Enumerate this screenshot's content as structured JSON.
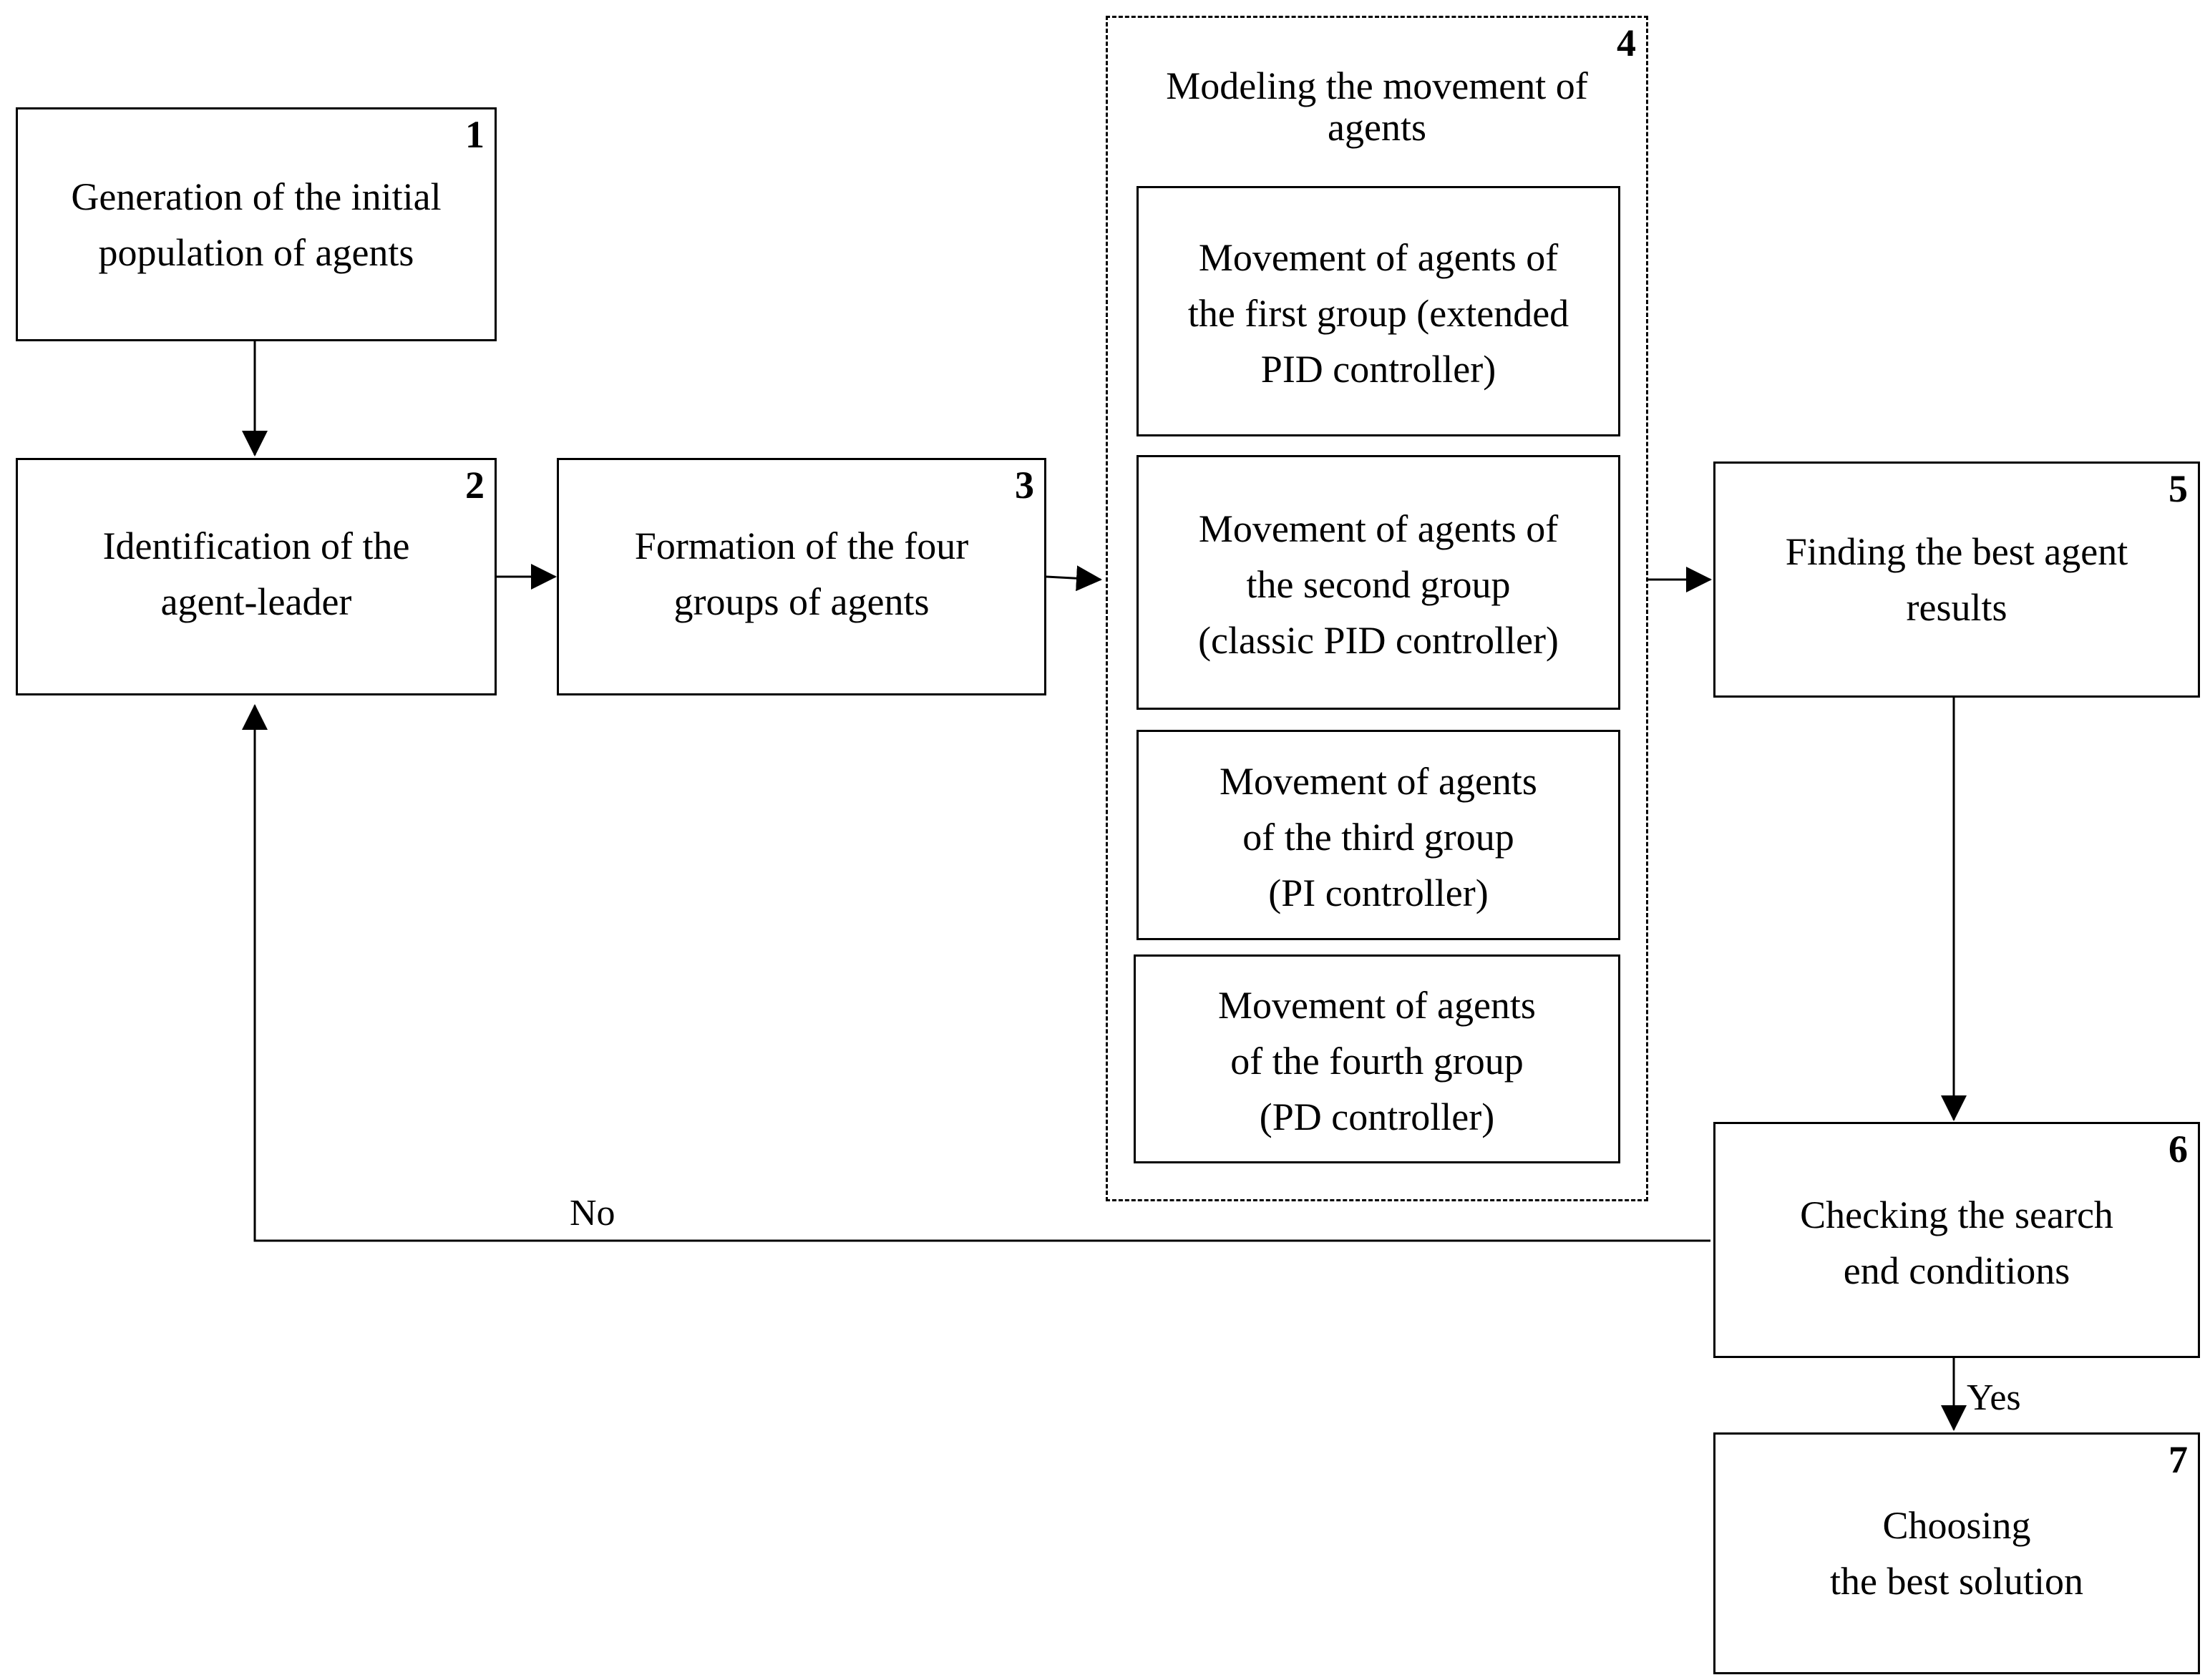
{
  "nodes": {
    "n1": {
      "number": "1",
      "text": "Generation of the initial\npopulation of agents"
    },
    "n2": {
      "number": "2",
      "text": "Identification of the\nagent-leader"
    },
    "n3": {
      "number": "3",
      "text": "Formation of the four\ngroups of agents"
    },
    "n4": {
      "number": "4",
      "title": "Modeling the movement of\nagents",
      "subs": [
        "Movement of agents of\nthe first group (extended\nPID controller)",
        "Movement of agents of\nthe second group\n(classic PID controller)",
        "Movement of agents\nof the third group\n(PI controller)",
        "Movement of agents\nof the fourth group\n(PD controller)"
      ]
    },
    "n5": {
      "number": "5",
      "text": "Finding the best agent\nresults"
    },
    "n6": {
      "number": "6",
      "text": "Checking the search\nend conditions"
    },
    "n7": {
      "number": "7",
      "text": "Choosing\nthe best solution"
    }
  },
  "edges": {
    "no_label": "No",
    "yes_label": "Yes"
  }
}
